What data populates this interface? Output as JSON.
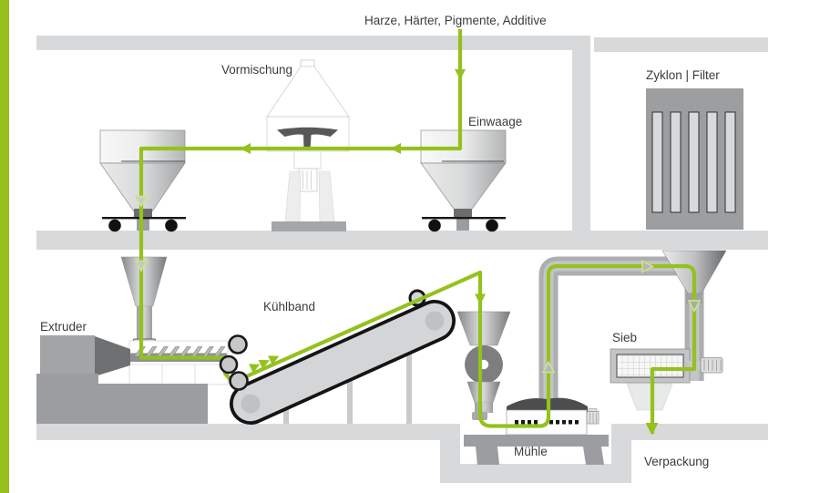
{
  "diagram": {
    "labels": {
      "ingredients": "Harze, Härter, Pigmente, Additive",
      "premix": "Vormischung",
      "weighing": "Einwaage",
      "cyclone_filter": "Zyklon | Filter",
      "extruder": "Extruder",
      "cooling_belt": "Kühlband",
      "sieve": "Sieb",
      "mill": "Mühle",
      "packaging": "Verpackung"
    },
    "colors": {
      "flow_green": "#94c11e",
      "flow_arrow_outline": "#cfe18a",
      "structure_gray": "#d8d9db",
      "machine_gray": "#9b9da0",
      "machine_dark_gray": "#6e7072",
      "filter_box_gray": "#9c9ea0",
      "belt_outline_black": "#141414",
      "text_gray": "#3b3b3b",
      "accent_bar_green": "#94c11e"
    }
  }
}
